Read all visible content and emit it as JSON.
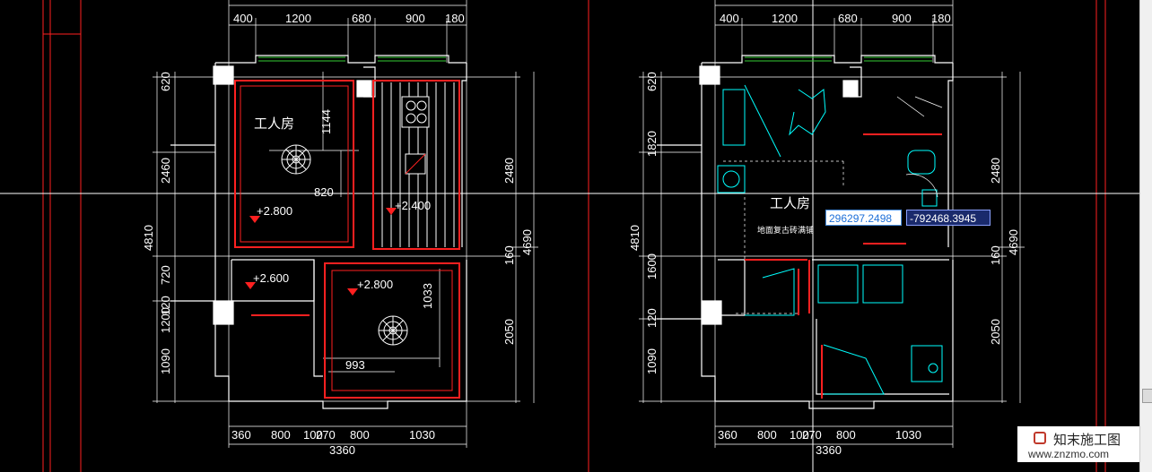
{
  "left_plan": {
    "dims_top": [
      "400",
      "1200",
      "680",
      "900",
      "180"
    ],
    "dims_bottom": [
      "360",
      "800",
      "100",
      "270",
      "800",
      "1030"
    ],
    "dims_bottom_total": "3360",
    "dims_left": [
      "620",
      "2460",
      "4810",
      "720",
      "120",
      "1200",
      "1090"
    ],
    "dims_right": [
      "2480",
      "160",
      "4690",
      "2050"
    ],
    "dims_inner": [
      "1144",
      "820",
      "1033",
      "993"
    ],
    "room_label": "工人房",
    "levels": [
      "+2.800",
      "+2.400",
      "+2.600",
      "+2.800"
    ]
  },
  "right_plan": {
    "dims_top": [
      "400",
      "1200",
      "680",
      "900",
      "180"
    ],
    "dims_bottom": [
      "360",
      "800",
      "100",
      "270",
      "800",
      "1030"
    ],
    "dims_bottom_total": "3360",
    "dims_left": [
      "620",
      "1820",
      "4810",
      "1600",
      "120",
      "1090"
    ],
    "dims_right": [
      "2480",
      "160",
      "4690",
      "2050"
    ],
    "room_label": "工人房",
    "floor_note": "地面复古砖满铺"
  },
  "coords": {
    "x": "296297.2498",
    "y": "-792468.3945"
  },
  "watermark": {
    "name": "知末施工图",
    "url": "www.znzmo.com"
  },
  "colors": {
    "background": "#000000",
    "wall": "#ff2020",
    "line": "#ffffff",
    "fixture": "#00ffff",
    "window": "#33cc33"
  }
}
